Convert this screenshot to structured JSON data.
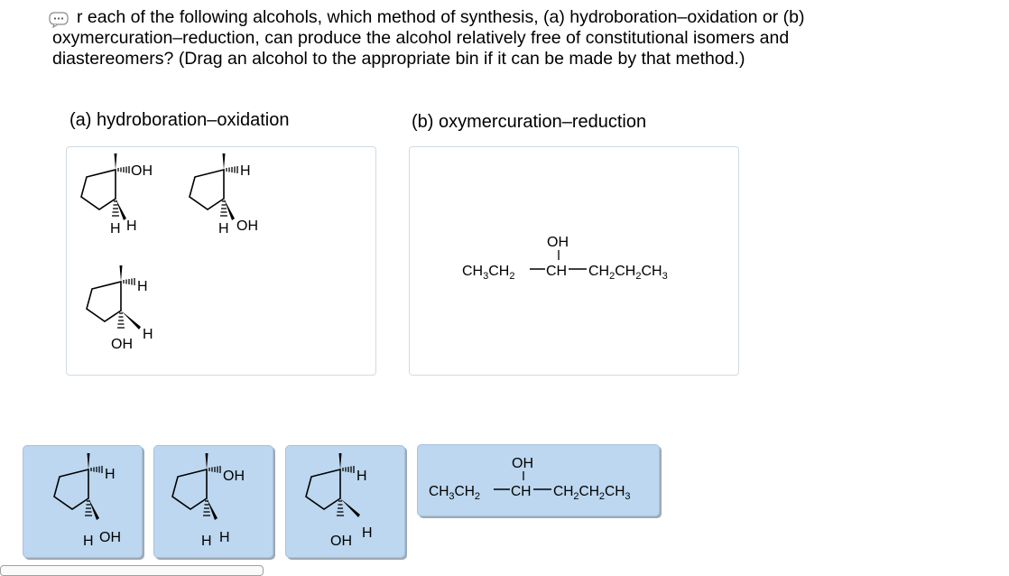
{
  "question": {
    "icon": "speech-bubble-icon",
    "line1": "r each of the following alcohols, which method of synthesis, (a) hydroboration–oxidation or (b)",
    "line2": "oxymercuration–reduction, can produce the alcohol relatively free of constitutional isomers and",
    "line3": "diastereomers? (Drag an alcohol to the appropriate bin if it can be made by that method.)"
  },
  "bins": {
    "a": {
      "title": "(a) hydroboration–oxidation"
    },
    "b": {
      "title": "(b) oxymercuration–reduction"
    }
  },
  "labels": {
    "oh": "OH",
    "h": "H",
    "chain": {
      "ch3ch2": "CH3CH2",
      "ch": "CH",
      "ch2ch2ch3": "CH2CH2CH3"
    }
  },
  "colors": {
    "tile_fill": "#bcd7ef",
    "bin_border": "#d0dbe6"
  }
}
